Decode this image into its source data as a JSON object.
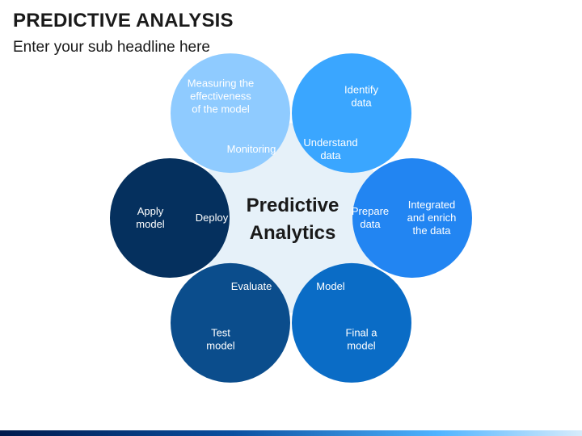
{
  "header": {
    "title": "PREDICTIVE ANALYSIS",
    "subtitle": "Enter your sub headline here"
  },
  "center": {
    "line1": "Predictive",
    "line2": "Analytics"
  },
  "segments": [
    {
      "id": "monitoring",
      "outer": [
        "Measuring the",
        "effectiveness",
        "of the model"
      ],
      "inner": [
        "Monitoring"
      ],
      "color": "#8FCBFF",
      "inner_color": "#A9D8FF"
    },
    {
      "id": "understand",
      "outer": [
        "Identify",
        "data"
      ],
      "inner": [
        "Understand",
        "data"
      ],
      "color": "#3AA6FF",
      "inner_color": "#5AB8FF"
    },
    {
      "id": "prepare",
      "outer": [
        "Integrated",
        "and enrich",
        "the data"
      ],
      "inner": [
        "Prepare",
        "data"
      ],
      "color": "#2285F2",
      "inner_color": "#4CA3F7"
    },
    {
      "id": "model",
      "outer": [
        "Final a",
        "model"
      ],
      "inner": [
        "Model"
      ],
      "color": "#0A6CC6",
      "inner_color": "#2F87D4"
    },
    {
      "id": "evaluate",
      "outer": [
        "Test",
        "model"
      ],
      "inner": [
        "Evaluate"
      ],
      "color": "#0B4D8C",
      "inner_color": "#2E6AA3"
    },
    {
      "id": "deploy",
      "outer": [
        "Apply",
        "model"
      ],
      "inner": [
        "Deploy"
      ],
      "color": "#05305E",
      "inner_color": "#275681"
    }
  ]
}
